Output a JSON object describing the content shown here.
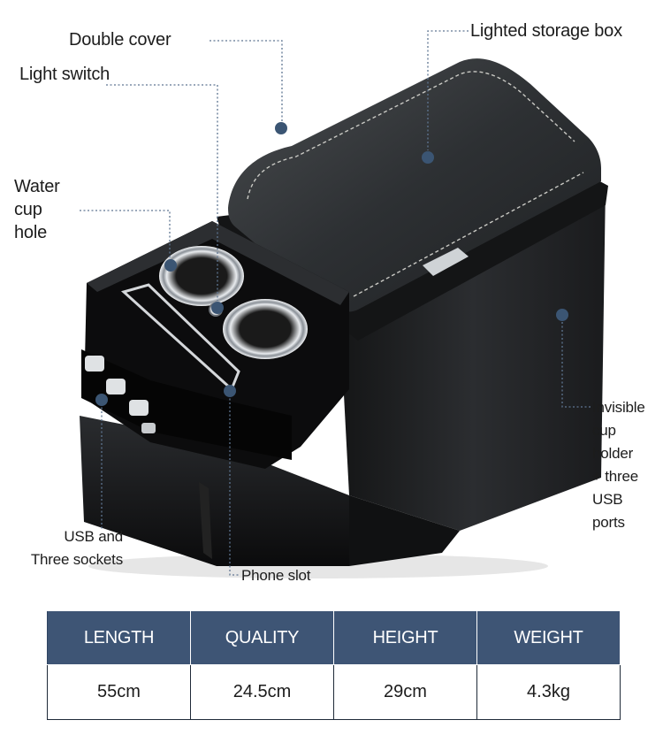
{
  "callouts": {
    "double_cover": "Double cover",
    "lighted_storage_box": "Lighted storage box",
    "light_switch": "Light switch",
    "water_cup_hole": "Water\ncup\nhole",
    "invisible_cup_holder": "Invisible\ncup\nholder\n+ three\nUSB\nports",
    "usb_sockets": "USB and\nThree sockets",
    "phone_slot": "Phone slot"
  },
  "specs": {
    "headers": [
      "LENGTH",
      "QUALITY",
      "HEIGHT",
      "WEIGHT"
    ],
    "values": [
      "55cm",
      "24.5cm",
      "29cm",
      "4.3kg"
    ]
  },
  "colors": {
    "header_bg": "#3e5575",
    "marker": "#3b5573",
    "leader": "#5f7692"
  }
}
